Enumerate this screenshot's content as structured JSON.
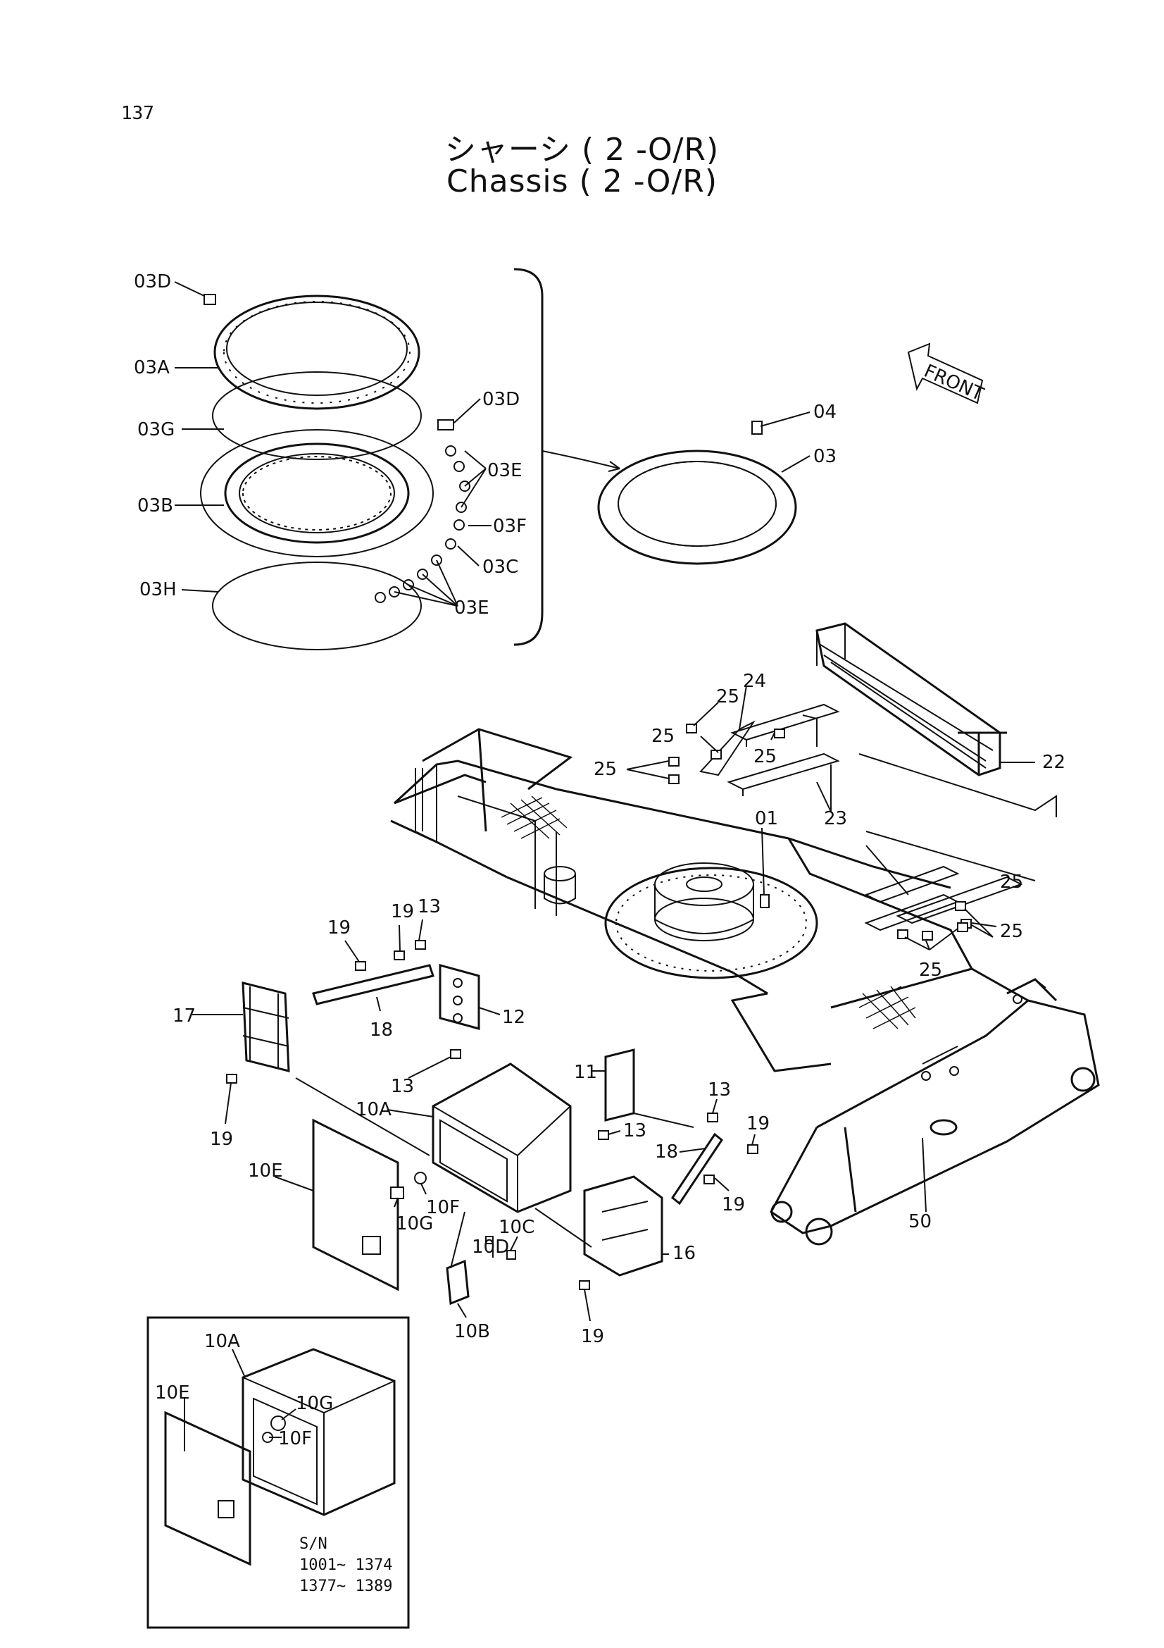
{
  "page_number": "137",
  "title_jp": "シャーシ ( 2 -O/R)",
  "title_en": "Chassis ( 2 -O/R)",
  "front_label": "FRONT",
  "inset_serials": {
    "prefix": "S/N",
    "range1": "1001~ 1374",
    "range2": "1377~ 1389"
  },
  "part_labels": {
    "p03D_top": "03D",
    "p03A": "03A",
    "p03G": "03G",
    "p03D_mid": "03D",
    "p03E_top": "03E",
    "p03B": "03B",
    "p03F": "03F",
    "p03C": "03C",
    "p03H": "03H",
    "p03E_bot": "03E",
    "p04": "04",
    "p03": "03",
    "p24": "24",
    "p25_a": "25",
    "p25_b": "25",
    "p25_c": "25",
    "p25_d": "25",
    "p25_e": "25",
    "p25_f": "25",
    "p22": "22",
    "p23": "23",
    "p01": "01",
    "p19_a": "19",
    "p19_b": "19",
    "p13_a": "13",
    "p17": "17",
    "p18_a": "18",
    "p12": "12",
    "p19_c": "19",
    "p13_b": "13",
    "p11": "11",
    "p13_c": "13",
    "p13_d": "13",
    "p10A": "10A",
    "p19_d": "19",
    "p18_b": "18",
    "p10E": "10E",
    "p10F": "10F",
    "p10G": "10G",
    "p10C": "10C",
    "p10D": "10D",
    "p16": "16",
    "p19_e": "19",
    "p10B": "10B",
    "p19_f": "19",
    "p50": "50",
    "inset_10A": "10A",
    "inset_10E": "10E",
    "inset_10G": "10G",
    "inset_10F": "10F"
  }
}
